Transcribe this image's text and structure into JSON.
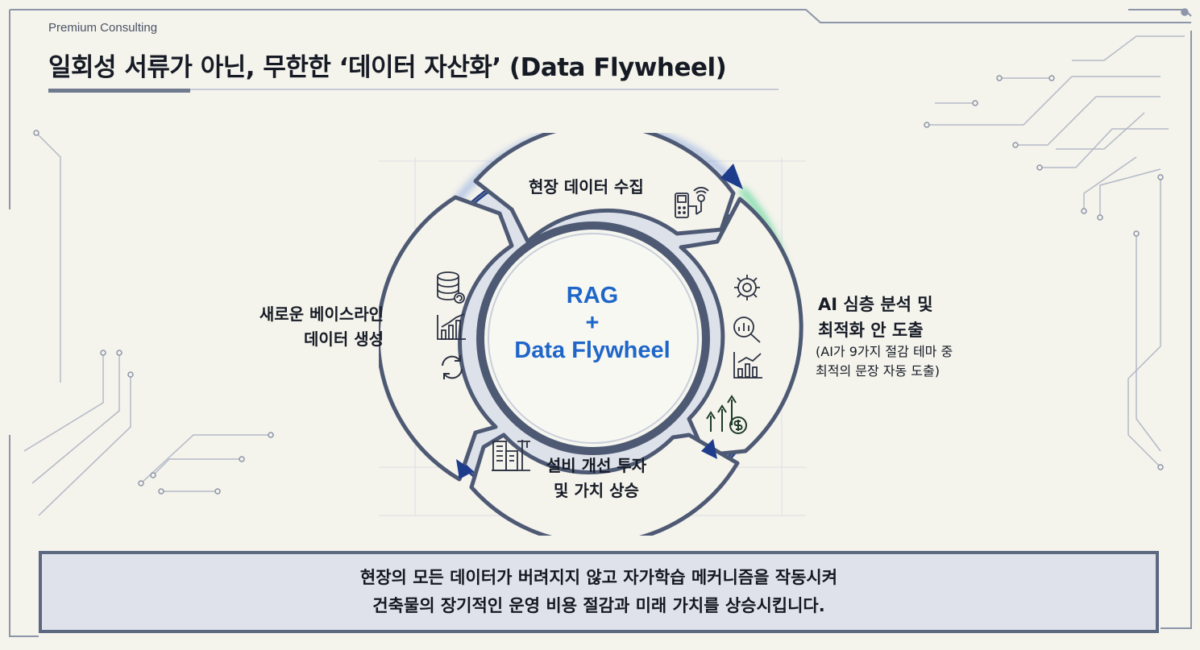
{
  "header": {
    "brand": "Premium Consulting",
    "title": "일회성 서류가 아닌, 무한한 ‘데이터 자산화’ (Data Flywheel)"
  },
  "cycle": {
    "center_line1": "RAG",
    "center_line2": "+",
    "center_line3": "Data Flywheel",
    "steps": [
      {
        "lines": [
          "현장 데이터 수집"
        ],
        "icons": [
          "sensor-device-icon"
        ]
      },
      {
        "lines": [
          "AI 심층 분석 및",
          "최적화 안 도출"
        ],
        "note_lines": [
          "(AI가 9가지 절감 테마 중",
          "최적의 문장 자동 도출)"
        ],
        "icons": [
          "ai-brain-icon",
          "magnify-chart-icon",
          "analytics-chart-icon",
          "growth-dollar-icon"
        ]
      },
      {
        "lines": [
          "설비 개선 투자",
          "및 가치 상승"
        ],
        "icons": [
          "building-crane-icon"
        ]
      },
      {
        "lines": [
          "새로운 베이스라인",
          "데이터 생성"
        ],
        "icons": [
          "database-icon",
          "bar-chart-icon",
          "refresh-icon"
        ]
      }
    ]
  },
  "footer": {
    "lines": [
      "현장의 모든 데이터가 버려지지 않고 자가학습 메커니즘을 작동시켜",
      "건축물의 장기적인 운영 비용 절감과 미래 가치를 상승시킵니다."
    ]
  },
  "colors": {
    "background": "#f4f3ec",
    "ring_blue": "#1e3c8c",
    "ring_green": "#3ecf86",
    "center_text": "#1f66c9",
    "frame": "#5c6781"
  }
}
